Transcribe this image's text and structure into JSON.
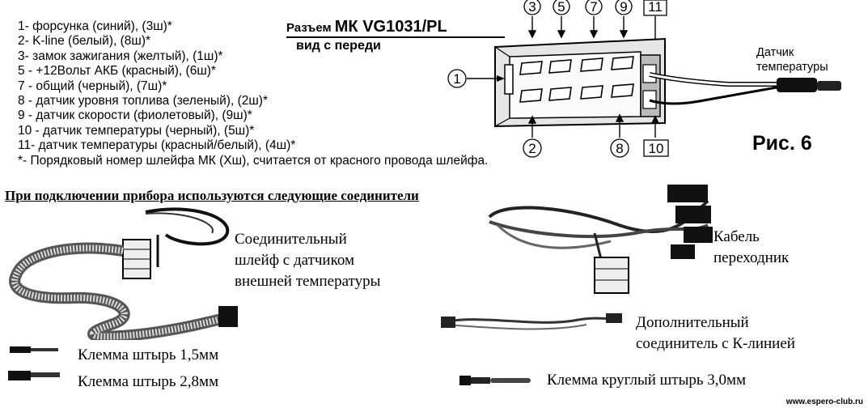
{
  "pin_list": [
    "1- форсунка (синий), (3ш)*",
    "2- K-line (белый), (8ш)*",
    "3- замок зажигания (желтый), (1ш)*",
    "5 - +12Вольт АКБ (красный), (6ш)*",
    "7 - общий (черный), (7ш)*",
    "8 - датчик уровня топлива  (зеленый), (2ш)*",
    "9 - датчик скорости  (фиолетовый), (9ш)*",
    "10 - датчик температуры (черный), (5ш)*",
    "11- датчик температуры (красный/белый), (4ш)*"
  ],
  "footnote": "*- Порядковый номер шлейфа МК (Хш), считается от красного провода шлейфа.",
  "connector": {
    "title_prefix": "Разъем",
    "title_model": "МК  VG1031/PL",
    "subtitle": "вид с переди",
    "pins_top": [
      "3",
      "5",
      "7",
      "9",
      "11"
    ],
    "pins_bottom": [
      "2",
      "8",
      "10"
    ],
    "pin_left": "1",
    "sensor_label_1": "Датчик",
    "sensor_label_2": "температуры"
  },
  "figure_label": "Рис. 6",
  "heading": "При подключении прибора используются следующие соединители",
  "items": {
    "cable_1_a": "Соединительный",
    "cable_1_b": "шлейф с датчиком",
    "cable_1_c": "внешней температуры",
    "cable_2_a": "Кабель",
    "cable_2_b": "переходник",
    "cable_3_a": "Дополнительный",
    "cable_3_b": "соединитель с К-линией",
    "pin_15": "Клемма штырь 1,5мм",
    "pin_28": "Клемма штырь 2,8мм",
    "pin_30": "Клемма круглый штырь 3,0мм"
  },
  "watermark": "www.espero-club.ru"
}
